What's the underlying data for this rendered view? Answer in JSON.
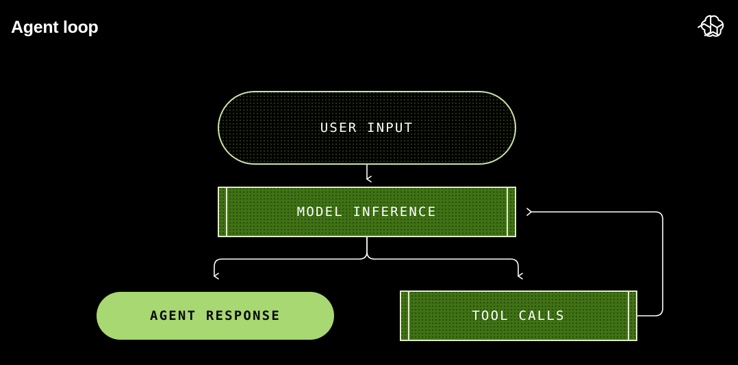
{
  "header": {
    "title": "Agent loop",
    "logo_icon": "openai-logo-icon"
  },
  "colors": {
    "background": "#000000",
    "title_text": "#ffffff",
    "outline_stroke": "#cfe3a8",
    "block_fill": "#3f7214",
    "block_stroke": "#e2eccb",
    "solid_pill_fill": "#a8d872",
    "connector_stroke": "#ffffff",
    "node_text_light": "#ffffff",
    "node_text_dark": "#0a0a0a"
  },
  "diagram": {
    "type": "flowchart",
    "title": "Agent loop",
    "nodes": [
      {
        "id": "user_input",
        "label": "USER INPUT",
        "shape": "pill",
        "style": "outline",
        "fill": "#020301",
        "stroke": "#cfe3a8",
        "text_color": "#ffffff"
      },
      {
        "id": "model_inference",
        "label": "MODEL INFERENCE",
        "shape": "rectangle",
        "style": "filled-block",
        "fill": "#3f7214",
        "stroke": "#e2eccb",
        "text_color": "#ffffff"
      },
      {
        "id": "agent_response",
        "label": "AGENT RESPONSE",
        "shape": "pill",
        "style": "solid",
        "fill": "#a8d872",
        "stroke": "none",
        "text_color": "#0a0a0a"
      },
      {
        "id": "tool_calls",
        "label": "TOOL CALLS",
        "shape": "rectangle",
        "style": "filled-block",
        "fill": "#3f7214",
        "stroke": "#e2eccb",
        "text_color": "#ffffff"
      }
    ],
    "edges": [
      {
        "from": "user_input",
        "to": "model_inference",
        "direction": "down",
        "arrow": true,
        "label": ""
      },
      {
        "from": "model_inference",
        "to": "agent_response",
        "direction": "fork-left",
        "arrow": true,
        "label": ""
      },
      {
        "from": "model_inference",
        "to": "tool_calls",
        "direction": "fork-right",
        "arrow": true,
        "label": ""
      },
      {
        "from": "tool_calls",
        "to": "model_inference",
        "direction": "loop-back",
        "arrow": true,
        "label": ""
      }
    ]
  }
}
